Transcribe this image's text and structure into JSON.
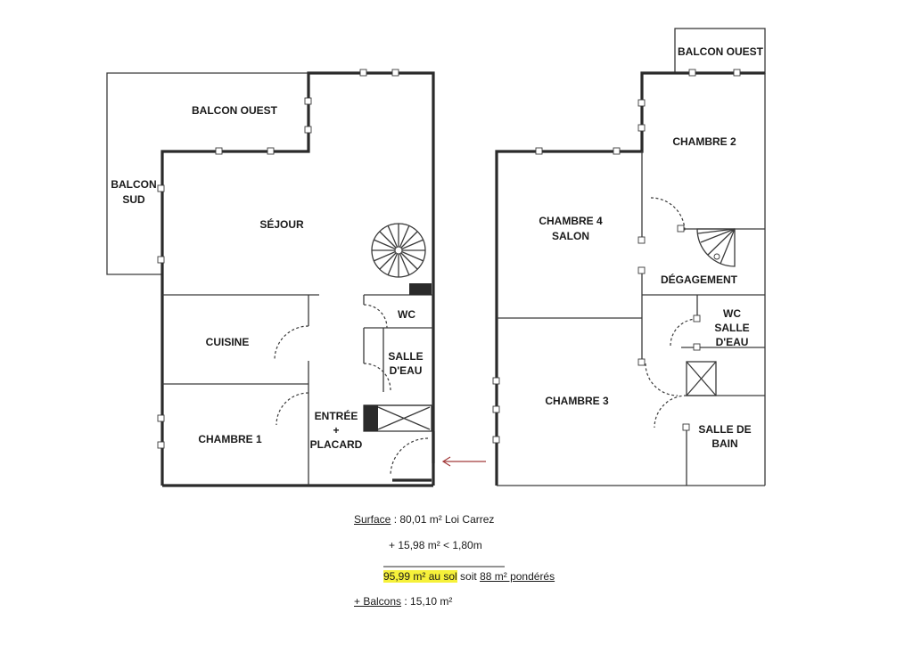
{
  "left_plan": {
    "rooms": {
      "balcon_ouest": "BALCON OUEST",
      "balcon_sud_1": "BALCON",
      "balcon_sud_2": "SUD",
      "sejour": "SÉJOUR",
      "cuisine": "CUISINE",
      "chambre1": "CHAMBRE 1",
      "wc": "WC",
      "salle_eau_1": "SALLE",
      "salle_eau_2": "D'EAU",
      "entree_1": "ENTRÉE",
      "entree_2": "+",
      "entree_3": "PLACARD"
    }
  },
  "right_plan": {
    "rooms": {
      "balcon_ouest": "BALCON OUEST",
      "chambre2": "CHAMBRE 2",
      "chambre4_1": "CHAMBRE 4",
      "chambre4_2": "SALON",
      "degagement": "DÉGAGEMENT",
      "wc_1": "WC",
      "wc_2": "SALLE",
      "wc_3": "D'EAU",
      "chambre3": "CHAMBRE 3",
      "salle_bain_1": "SALLE DE",
      "salle_bain_2": "BAIN"
    }
  },
  "summary": {
    "surface_label": "Surface",
    "surface_value": " : 80,01 m² Loi Carrez",
    "extra": "+  15,98 m² < 1,80m",
    "total_highlight": "95,99 m² au sol",
    "total_mid": " soit ",
    "total_weighted": "88 m² pondérés",
    "balcons_label": "+ Balcons",
    "balcons_value": " :  15,10 m²"
  },
  "colors": {
    "wall": "#2a2a2a",
    "highlight": "#f6f13a",
    "arrow": "#a23a3a"
  }
}
